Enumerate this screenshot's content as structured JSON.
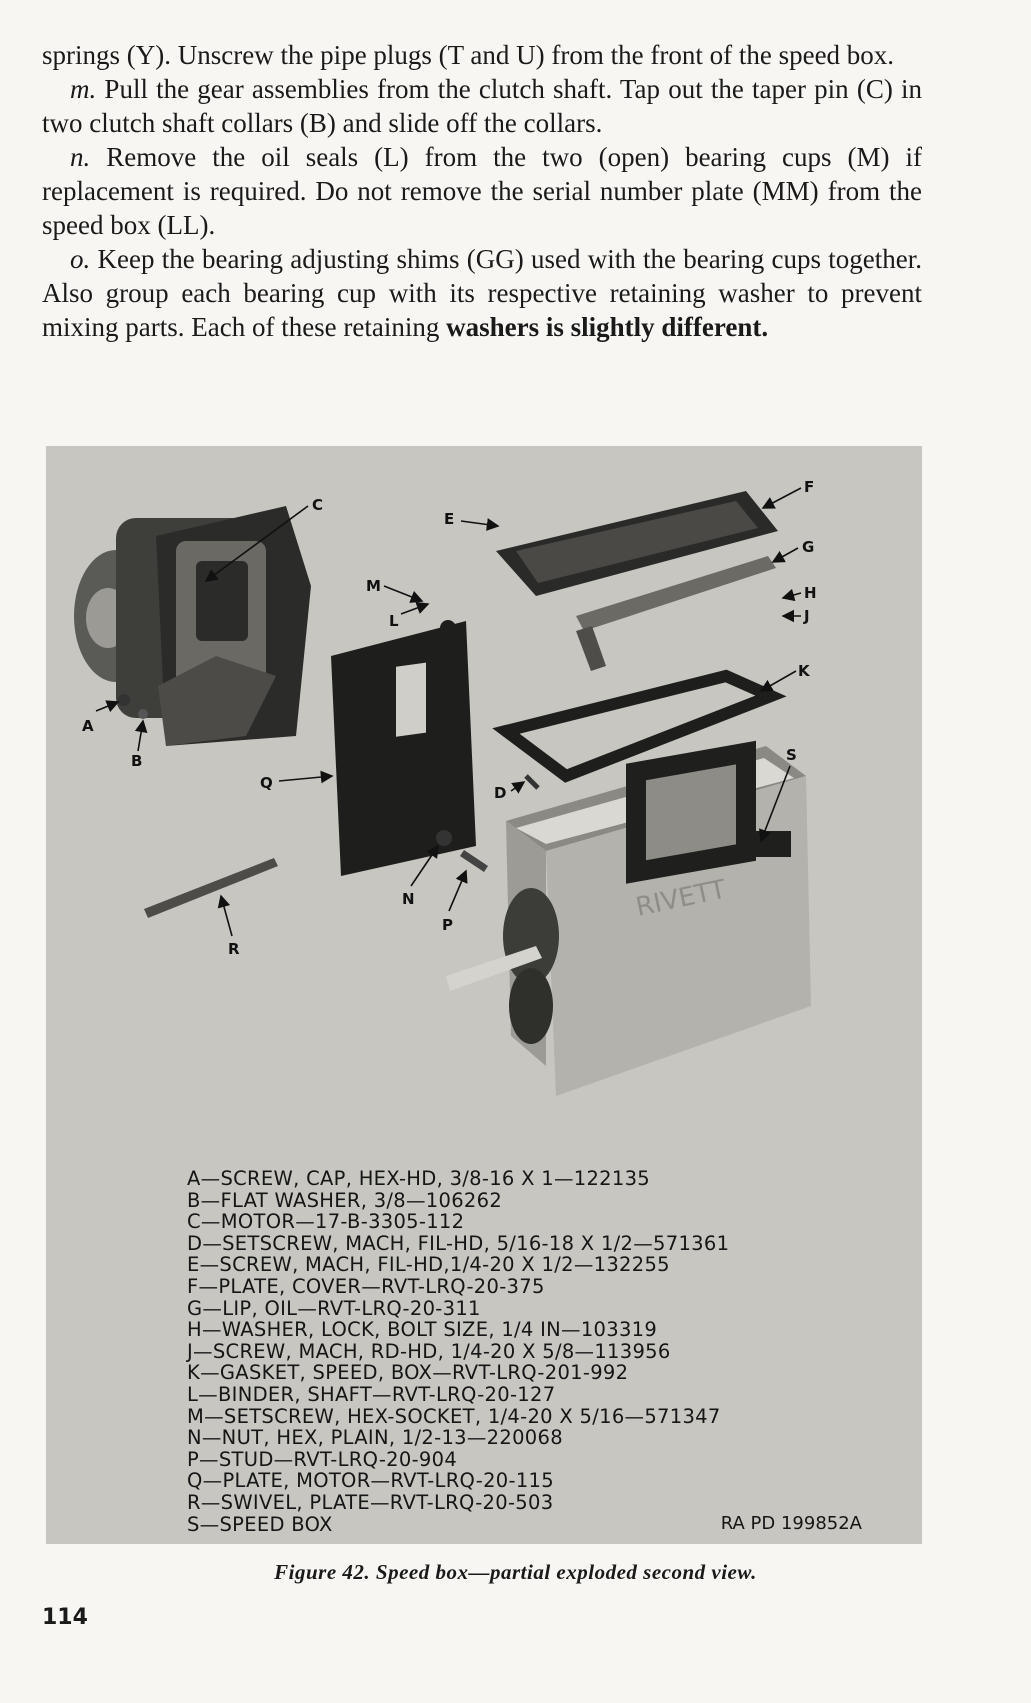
{
  "paragraphs": {
    "p1": "springs (Y). Unscrew the pipe plugs (T and U) from the front of the speed box.",
    "p2_lead": "m.",
    "p2": "Pull the gear assemblies from the clutch shaft. Tap out the taper pin (C) in two clutch shaft collars (B) and slide off the collars.",
    "p3_lead": "n.",
    "p3": "Remove the oil seals (L) from the two (open) bearing cups (M) if replacement is required. Do not remove the serial number plate (MM) from the speed box (LL).",
    "p4_lead": "o.",
    "p4": "Keep the bearing adjusting shims (GG) used with the bearing cups together. Also group each bearing cup with its respective retaining washer to prevent mixing parts. Each of these retaining",
    "p4_bold": "washers is slightly different."
  },
  "figure": {
    "callouts": [
      "A",
      "B",
      "C",
      "D",
      "E",
      "F",
      "G",
      "H",
      "J",
      "K",
      "L",
      "M",
      "N",
      "P",
      "Q",
      "R",
      "S"
    ],
    "nameplate_text": "RIVETT",
    "legend": [
      "A—SCREW, CAP, HEX-HD, 3/8-16 X 1—122135",
      "B—FLAT WASHER, 3/8—106262",
      "C—MOTOR—17-B-3305-112",
      "D—SETSCREW, MACH, FIL-HD, 5/16-18 X 1/2—571361",
      "E—SCREW, MACH, FIL-HD,1/4-20 X 1/2—132255",
      "F—PLATE, COVER—RVT-LRQ-20-375",
      "G—LIP, OIL—RVT-LRQ-20-311",
      "H—WASHER, LOCK, BOLT SIZE, 1/4 IN—103319",
      "J—SCREW, MACH, RD-HD, 1/4-20 X 5/8—113956",
      "K—GASKET, SPEED, BOX—RVT-LRQ-201-992",
      "L—BINDER, SHAFT—RVT-LRQ-20-127",
      "M—SETSCREW, HEX-SOCKET, 1/4-20 X 5/16—571347",
      "N—NUT, HEX, PLAIN, 1/2-13—220068",
      "P—STUD—RVT-LRQ-20-904",
      "Q—PLATE, MOTOR—RVT-LRQ-20-115",
      "R—SWIVEL, PLATE—RVT-LRQ-20-503",
      "S—SPEED BOX"
    ],
    "ref_number": "RA PD 199852A"
  },
  "caption": "Figure 42. Speed box—partial exploded second view.",
  "page_number": "114"
}
